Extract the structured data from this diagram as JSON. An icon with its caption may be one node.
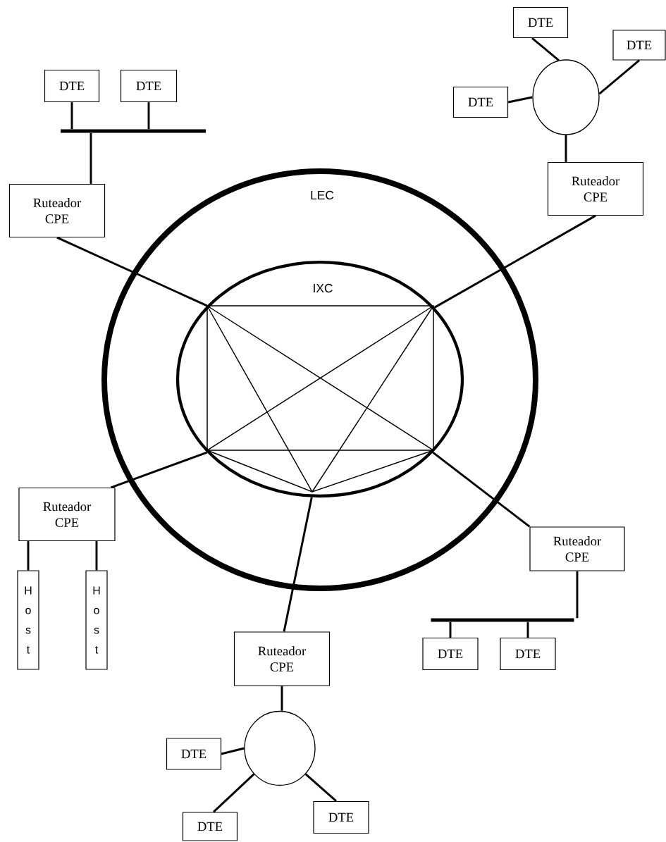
{
  "diagram": {
    "nodes": [
      {
        "text": [
          "DTE"
        ]
      },
      {
        "text": [
          "DTE"
        ]
      },
      {
        "text": [
          "DTE"
        ]
      },
      {
        "text": [
          "DTE"
        ]
      },
      {
        "text": [],
        "shape": "circle"
      },
      {
        "text": [
          "DTE"
        ]
      },
      {
        "text": [],
        "shape": "bar"
      },
      {
        "text": [
          "Ruteador CPE"
        ]
      },
      {
        "text": [
          "Ruteador CPE"
        ]
      },
      {
        "text": [
          "LEC"
        ]
      },
      {
        "text": [
          "IXC"
        ],
        "in": 9
      },
      {
        "text": [
          "Ruteador CPE"
        ]
      },
      {
        "text": [
          "Ruteador CPE"
        ]
      },
      {
        "text": [
          "H o s t"
        ]
      },
      {
        "text": [
          "H o s t"
        ]
      },
      {
        "text": [],
        "shape": "bar"
      },
      {
        "text": [
          "Ruteador CPE"
        ]
      },
      {
        "text": [
          "DTE"
        ]
      },
      {
        "text": [
          "DTE"
        ]
      },
      {
        "text": [],
        "shape": "circle"
      },
      {
        "text": [
          "DTE"
        ]
      },
      {
        "text": [
          "DTE"
        ]
      },
      {
        "text": [
          "DTE"
        ]
      }
    ],
    "edges": [
      {
        "from": 2,
        "to": 6,
        "arrow": "none"
      },
      {
        "from": 3,
        "to": 6,
        "arrow": "none"
      },
      {
        "from": 6,
        "to": 8,
        "arrow": "none"
      },
      {
        "from": 8,
        "to": 10,
        "arrow": "none"
      },
      {
        "from": 0,
        "to": 4,
        "arrow": "none"
      },
      {
        "from": 1,
        "to": 4,
        "arrow": "none"
      },
      {
        "from": 5,
        "to": 4,
        "arrow": "none"
      },
      {
        "from": 4,
        "to": 7,
        "arrow": "none"
      },
      {
        "from": 7,
        "to": 10,
        "arrow": "none"
      },
      {
        "from": 11,
        "to": 10,
        "arrow": "none"
      },
      {
        "from": 11,
        "to": 13,
        "arrow": "none"
      },
      {
        "from": 11,
        "to": 14,
        "arrow": "none"
      },
      {
        "from": 12,
        "to": 10,
        "arrow": "none"
      },
      {
        "from": 12,
        "to": 15,
        "arrow": "none"
      },
      {
        "from": 15,
        "to": 17,
        "arrow": "none"
      },
      {
        "from": 15,
        "to": 18,
        "arrow": "none"
      },
      {
        "from": 16,
        "to": 10,
        "arrow": "none"
      },
      {
        "from": 16,
        "to": 19,
        "arrow": "none"
      },
      {
        "from": 20,
        "to": 19,
        "arrow": "none"
      },
      {
        "from": 22,
        "to": 19,
        "arrow": "none"
      },
      {
        "from": 21,
        "to": 19,
        "arrow": "none"
      }
    ]
  }
}
